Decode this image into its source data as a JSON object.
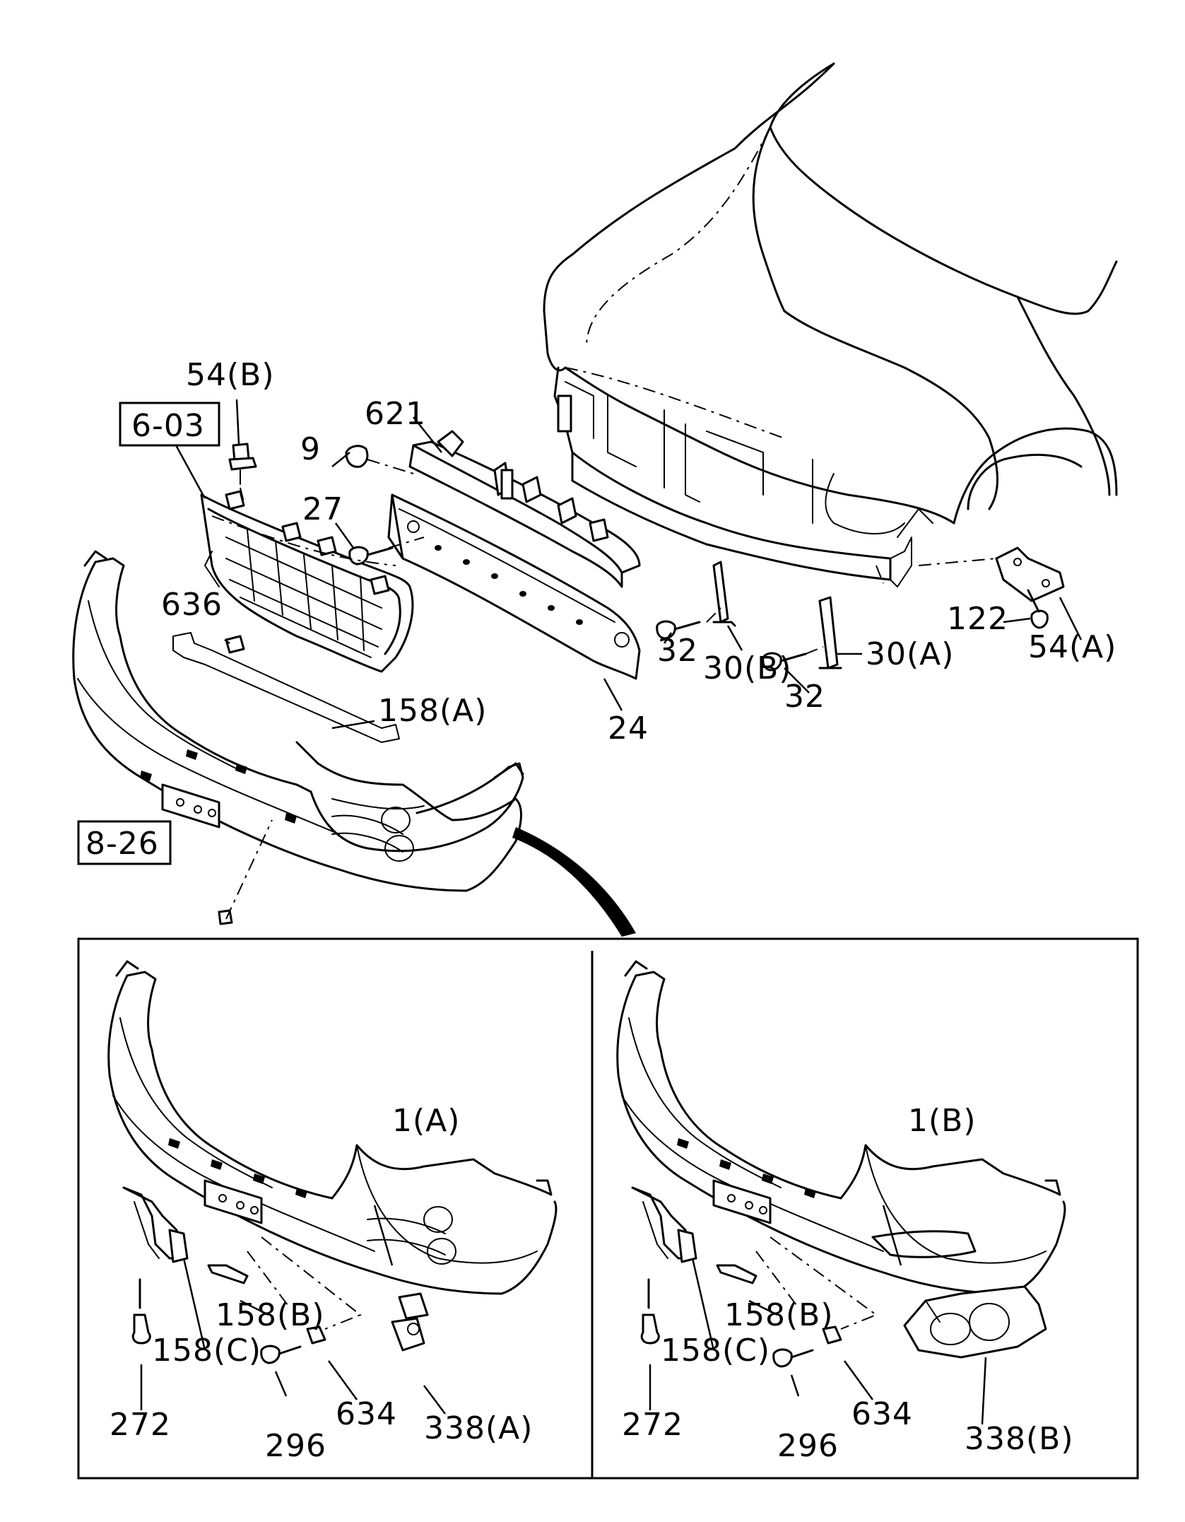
{
  "labels": {
    "l54b": "54(B)",
    "l603": "6-03",
    "l621": "621",
    "l9": "9",
    "l27": "27",
    "l636": "636",
    "l158a": "158(A)",
    "l24": "24",
    "l32a": "32",
    "l30b": "30(B)",
    "l32b": "32",
    "l30a": "30(A)",
    "l122": "122",
    "l54a": "54(A)",
    "l826": "8-26"
  },
  "left_panel": {
    "l1a": "1(A)",
    "l158b": "158(B)",
    "l158c": "158(C)",
    "l272": "272",
    "l296": "296",
    "l634": "634",
    "l338a": "338(A)"
  },
  "right_panel": {
    "l1b": "1(B)",
    "l158b": "158(B)",
    "l158c": "158(C)",
    "l272": "272",
    "l296": "296",
    "l634": "634",
    "l338b": "338(B)"
  }
}
